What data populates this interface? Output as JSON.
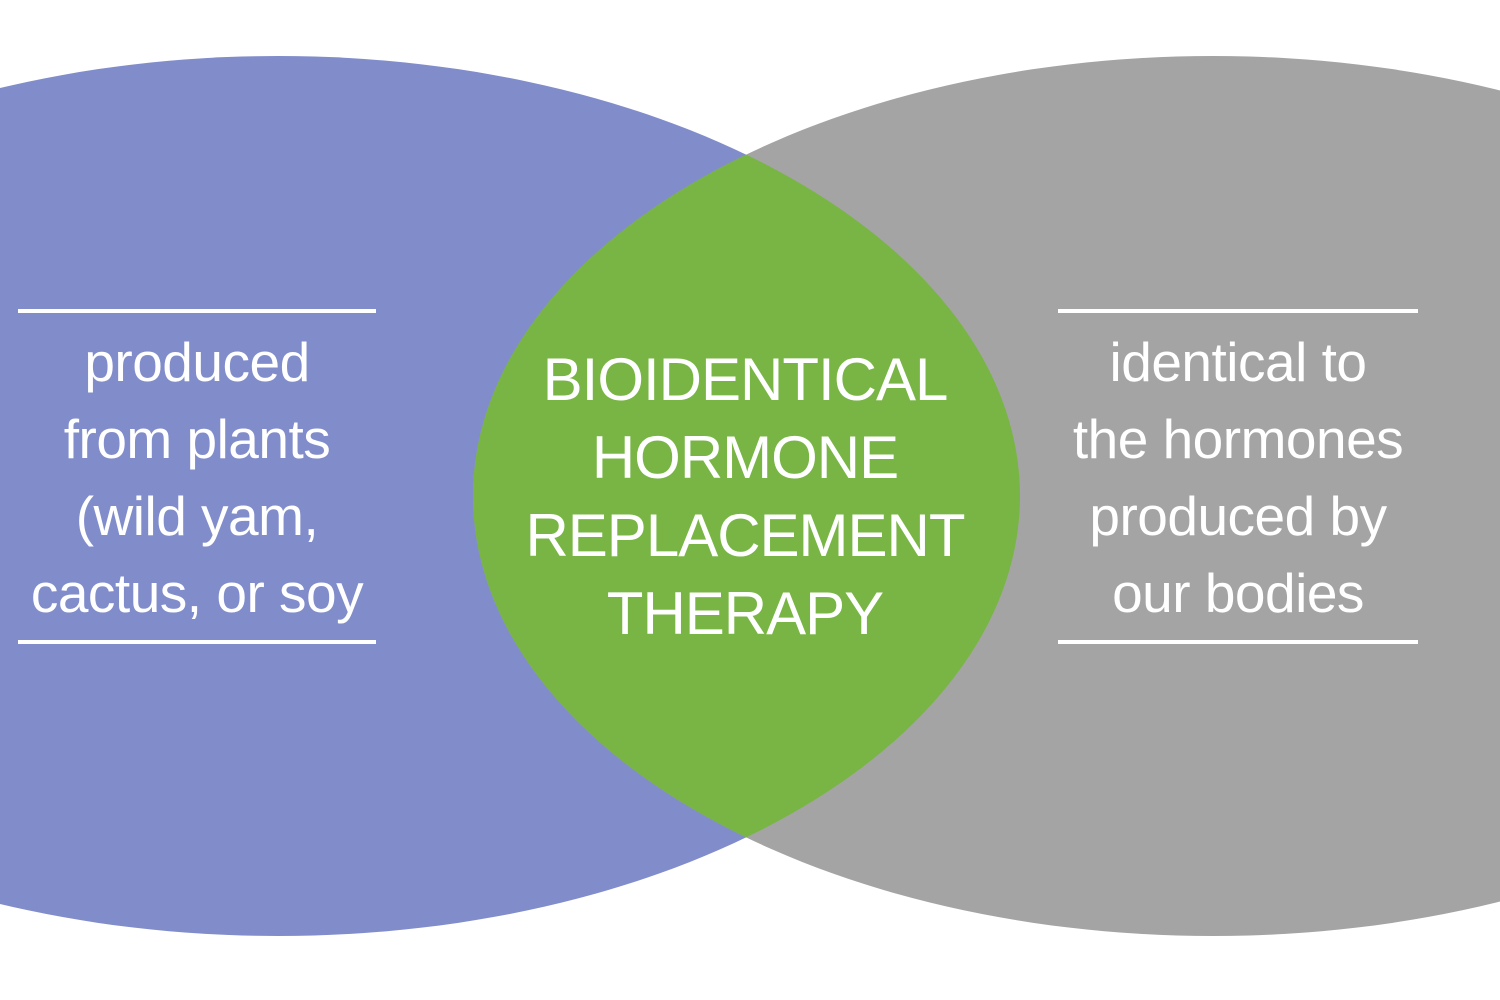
{
  "colors": {
    "background": "#ffffff",
    "left_circle": "#818dcb",
    "right_circle": "#a4a4a4",
    "overlap": "#78b544",
    "text": "#ffffff"
  },
  "left": {
    "lines": [
      "produced",
      "from plants",
      "(wild yam,",
      "cactus, or soy"
    ]
  },
  "center": {
    "lines": [
      "BIOIDENTICAL",
      "HORMONE",
      "REPLACEMENT",
      "THERAPY"
    ]
  },
  "right": {
    "lines": [
      "identical to",
      "the hormones",
      "produced by",
      "our bodies"
    ]
  }
}
